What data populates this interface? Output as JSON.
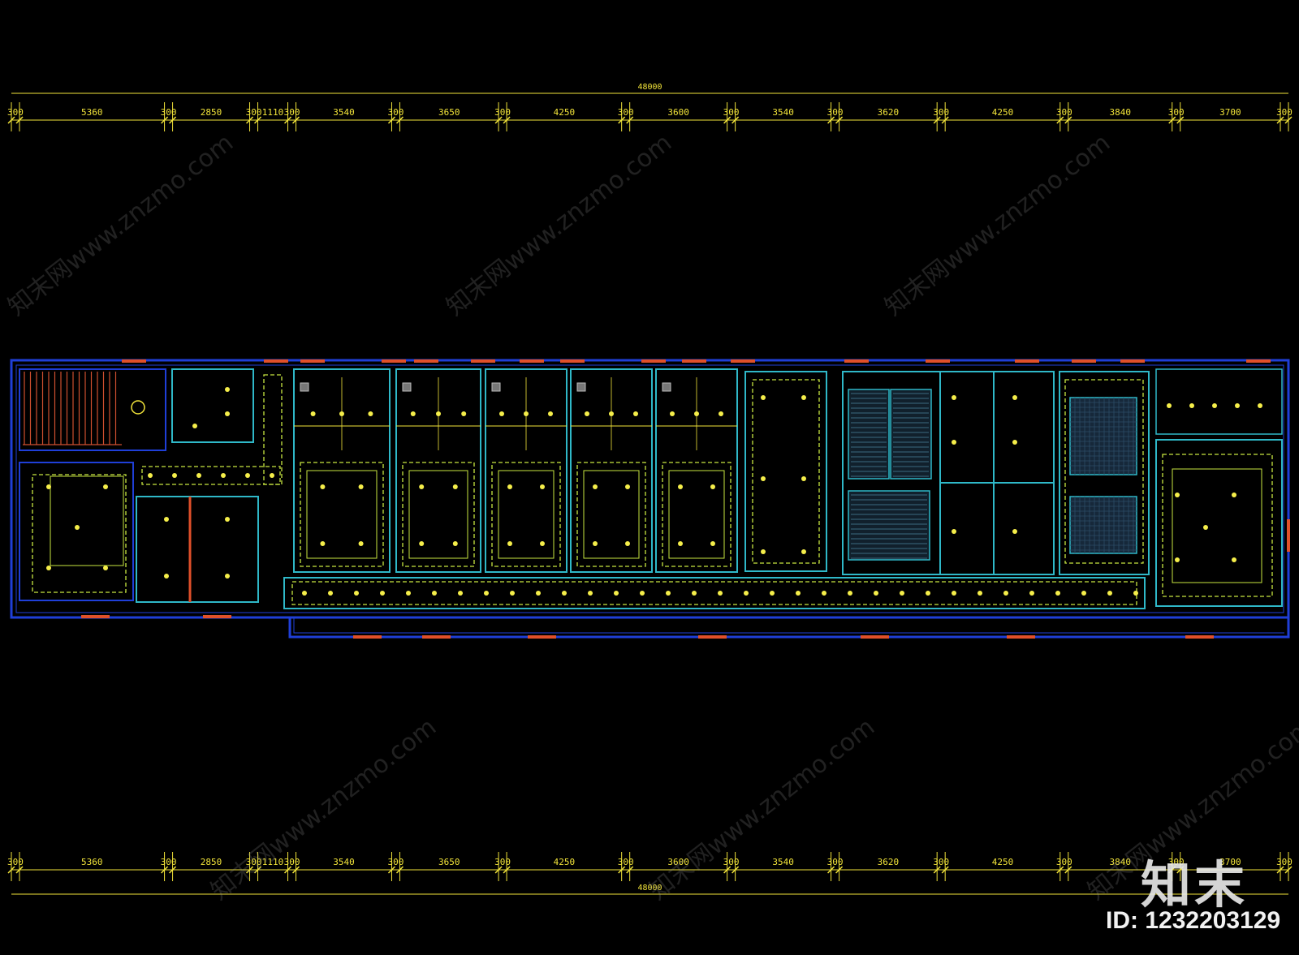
{
  "drawing": {
    "overall_dimension": "48000",
    "segments": [
      "300",
      "5360",
      "300",
      "2850",
      "300",
      "1110",
      "300",
      "3540",
      "300",
      "3650",
      "300",
      "4250",
      "300",
      "3600",
      "300",
      "3540",
      "300",
      "3620",
      "300",
      "4250",
      "300",
      "3840",
      "300",
      "3700",
      "300"
    ],
    "colors": {
      "background": "#000000",
      "dimension": "#f2e43a",
      "wall": "#1f3fd8",
      "partition": "#2fb8c8",
      "ceiling_dashed": "#c8e640",
      "light_fixture": "#f5ee4a",
      "window_sill": "#e0502a",
      "stair": "#d05030"
    }
  },
  "watermark": {
    "text": "知末网www.znzmo.com",
    "logo": "知末",
    "id_label": "ID: 1232203129"
  }
}
